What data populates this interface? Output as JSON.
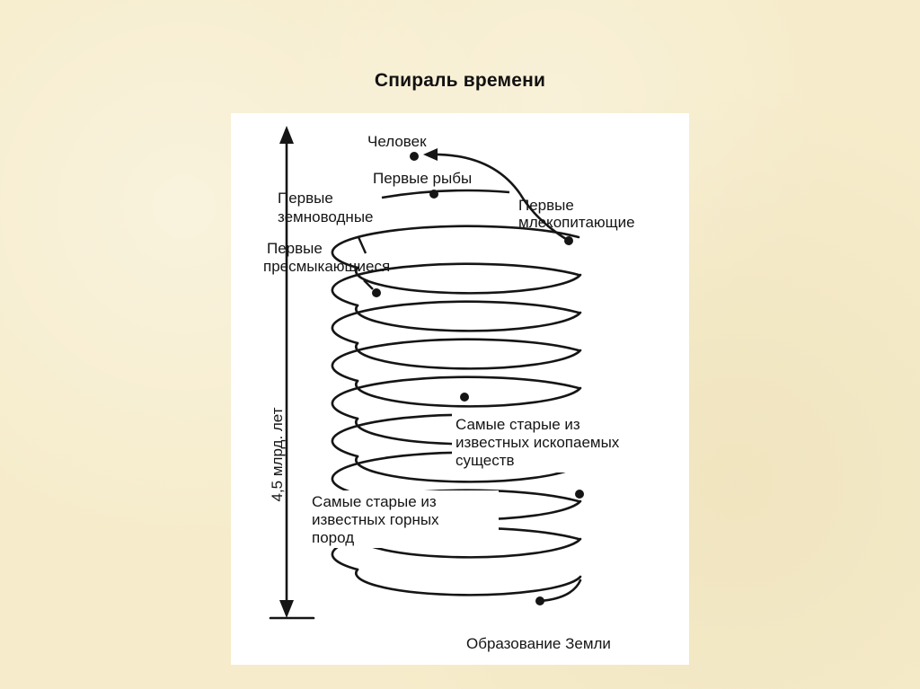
{
  "slide": {
    "title": "Спираль времени"
  },
  "diagram": {
    "axis_label": "4,5 млрд. лет",
    "labels": {
      "human": "Человек",
      "first_fish": "Первые рыбы",
      "first_amphibians_1": "Первые",
      "first_amphibians_2": "земноводные",
      "first_mammals_1": "Первые",
      "first_mammals_2": "млекопитающие",
      "first_reptiles_1": "Первые",
      "first_reptiles_2": "пресмыкающиеся",
      "oldest_fossils_1": "Самые старые из",
      "oldest_fossils_2": "известных ископаемых",
      "oldest_fossils_3": "существ",
      "oldest_rocks_1": "Самые старые из",
      "oldest_rocks_2": "известных горных",
      "oldest_rocks_3": "пород",
      "earth_formation": "Образование Земли"
    },
    "colors": {
      "ink": "#151515",
      "paper": "#ffffff",
      "background": "#f6eccb"
    }
  }
}
